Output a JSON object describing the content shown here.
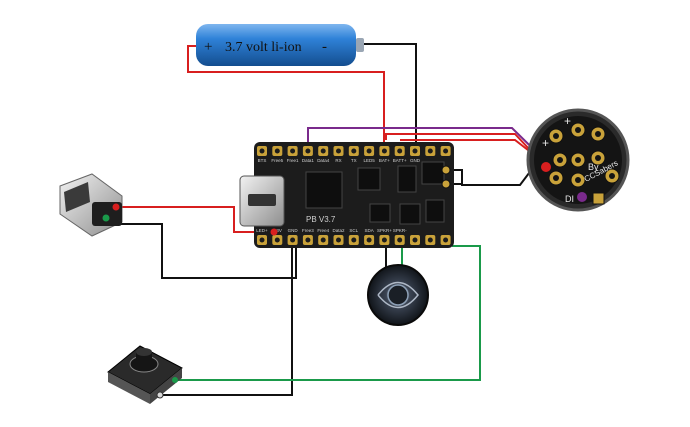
{
  "battery": {
    "label": "3.7 volt li-ion",
    "plus": "+",
    "minus": "-",
    "color": "#1f6fc4"
  },
  "board": {
    "label": "PB V3.7",
    "top_pins": [
      "BTS",
      "Free5",
      "Free1",
      "Data1",
      "Data4",
      "RX",
      "TX",
      "LED5",
      "BAT+",
      "BATT+",
      "GND",
      "",
      ""
    ],
    "bottom_pins": [
      "LED+",
      "3.3V",
      "GND",
      "Free3",
      "Free4",
      "Data2",
      "SCL",
      "SDA",
      "SPKR+",
      "SPKR-",
      "",
      "",
      ""
    ],
    "color": "#1c1c1c",
    "pad_color": "#c9a23a"
  },
  "connector": {
    "brand": "CCSabers",
    "by": "By",
    "di": "DI",
    "plus": "+"
  },
  "wire_colors": {
    "red": "#d81f1f",
    "black": "#111111",
    "purple": "#7a2a8c",
    "green": "#1a9a4a"
  }
}
